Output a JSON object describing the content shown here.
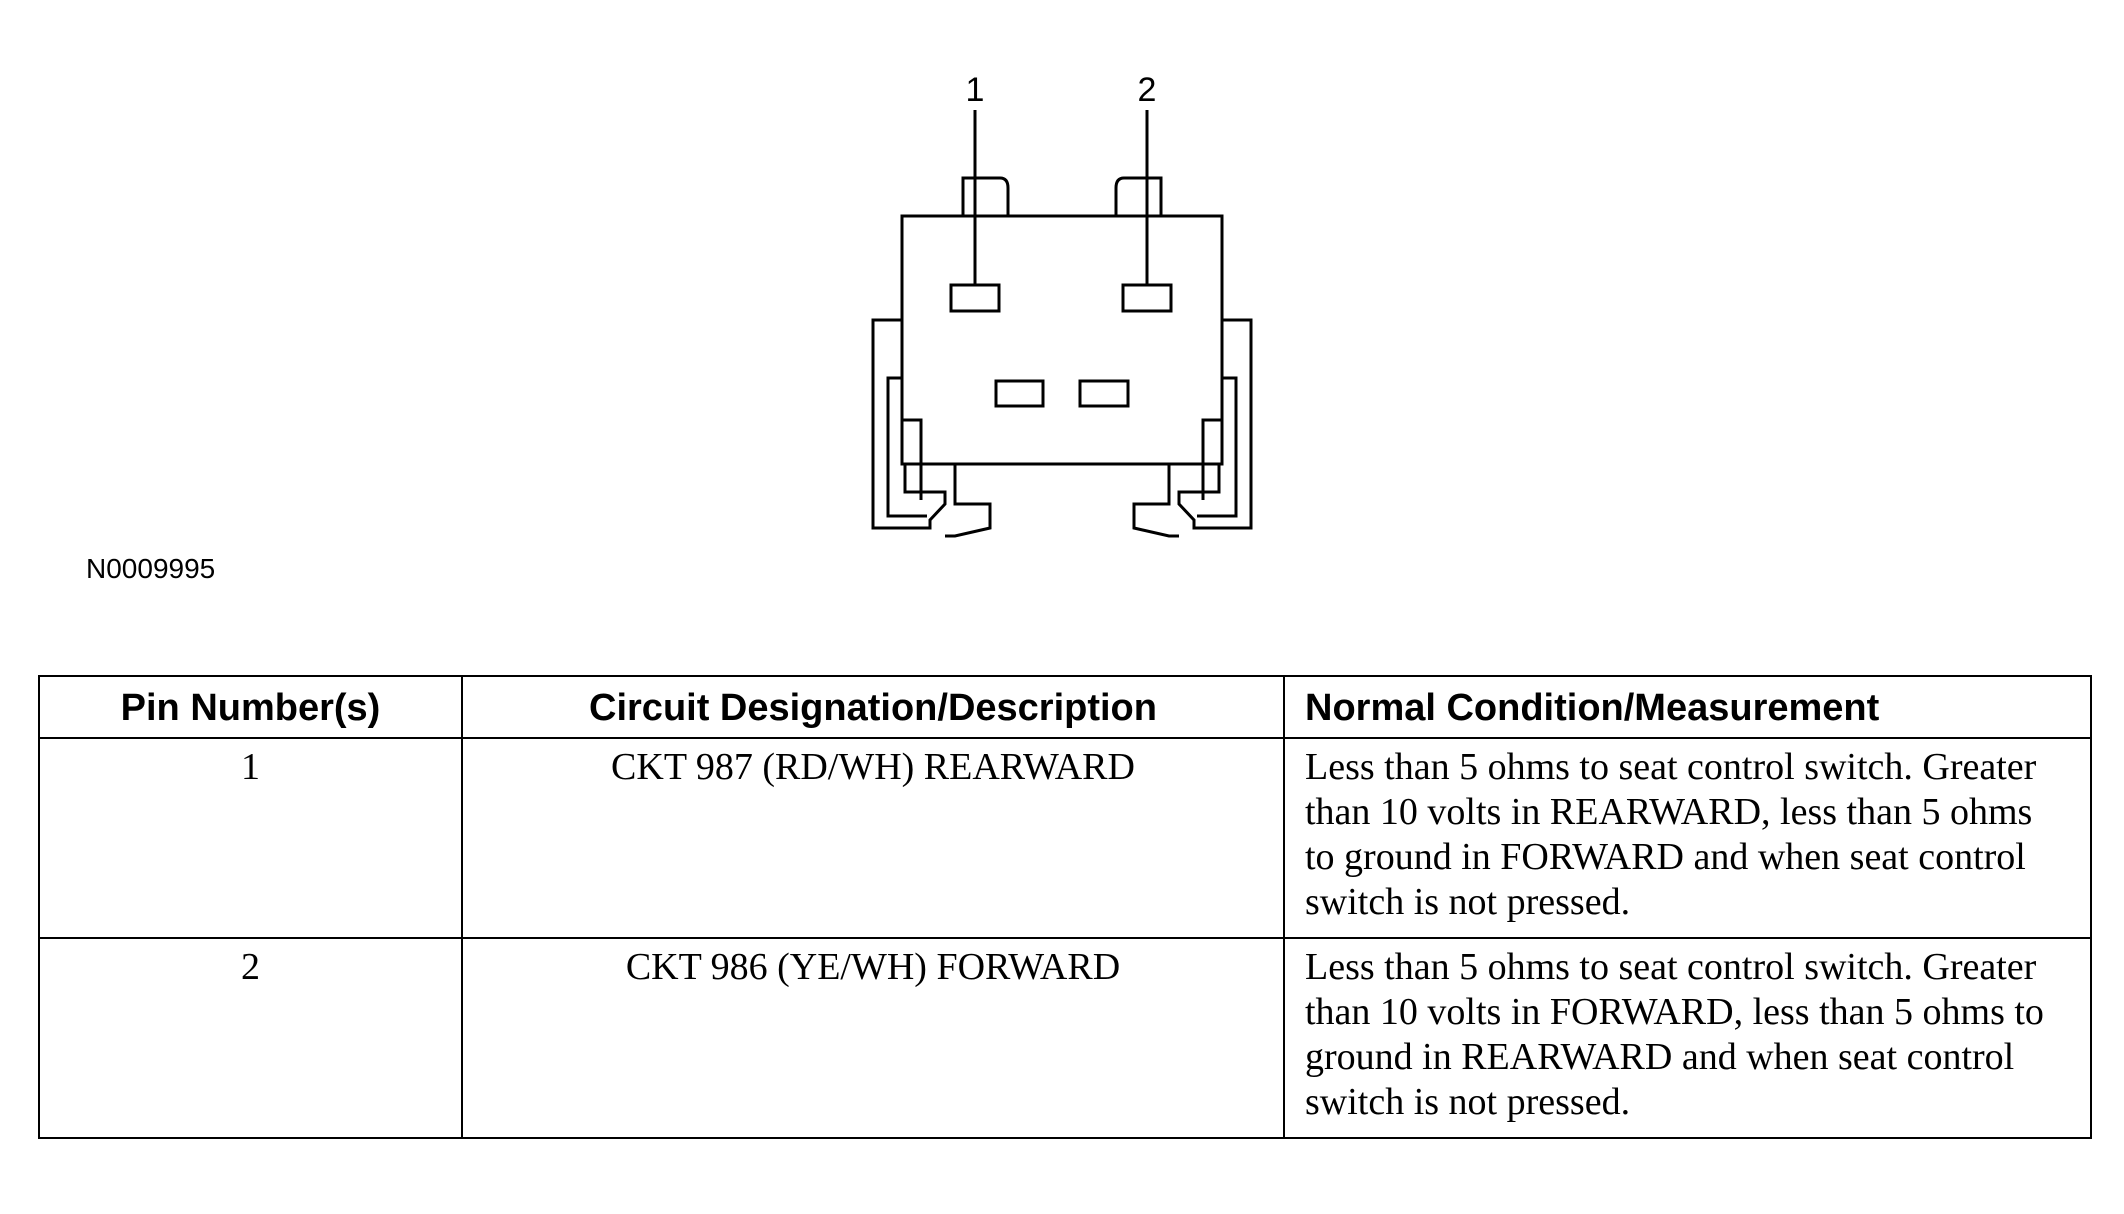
{
  "diagram": {
    "pin_labels": [
      "1",
      "2"
    ],
    "figure_id": "N0009995"
  },
  "table": {
    "headers": [
      "Pin Number(s)",
      "Circuit Designation/Description",
      "Normal Condition/Measurement"
    ],
    "rows": [
      {
        "pin": "1",
        "circuit": "CKT 987 (RD/WH) REARWARD",
        "condition": "Less than 5 ohms to seat control switch. Greater than 10 volts in REARWARD, less than 5 ohms to ground in FORWARD and when seat control switch is not pressed."
      },
      {
        "pin": "2",
        "circuit": "CKT 986 (YE/WH) FORWARD",
        "condition": "Less than 5 ohms to seat control switch. Greater than 10 volts in FORWARD, less than 5 ohms to ground in REARWARD and when seat control switch is not pressed."
      }
    ]
  }
}
